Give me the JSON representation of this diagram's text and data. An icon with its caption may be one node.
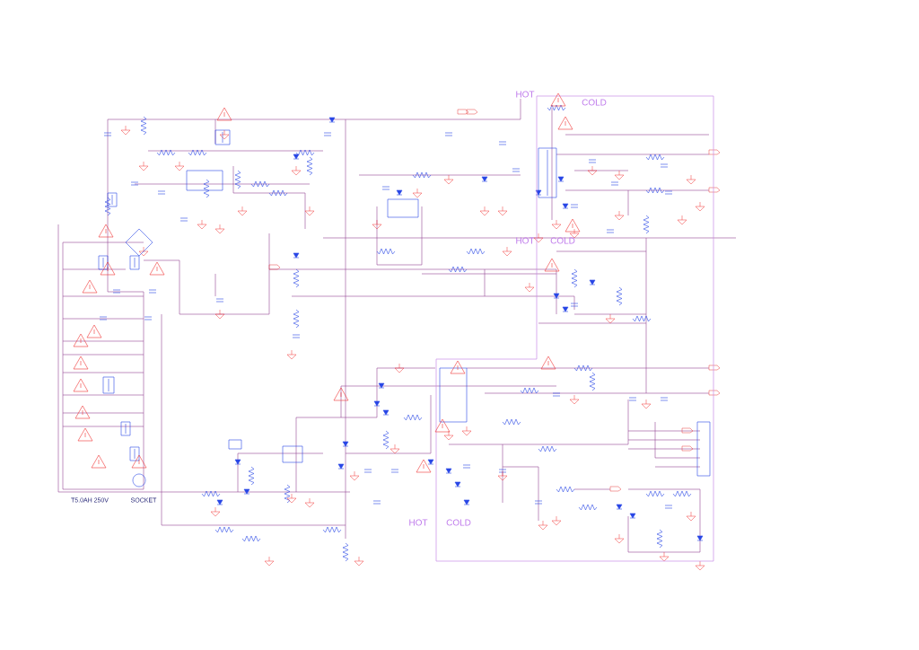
{
  "diagram": {
    "labels": [
      "HOT",
      "COLD",
      "HOT",
      "COLD",
      "T5.0AH 250V",
      "SOCKET",
      "HOT",
      "COLD"
    ]
  }
}
